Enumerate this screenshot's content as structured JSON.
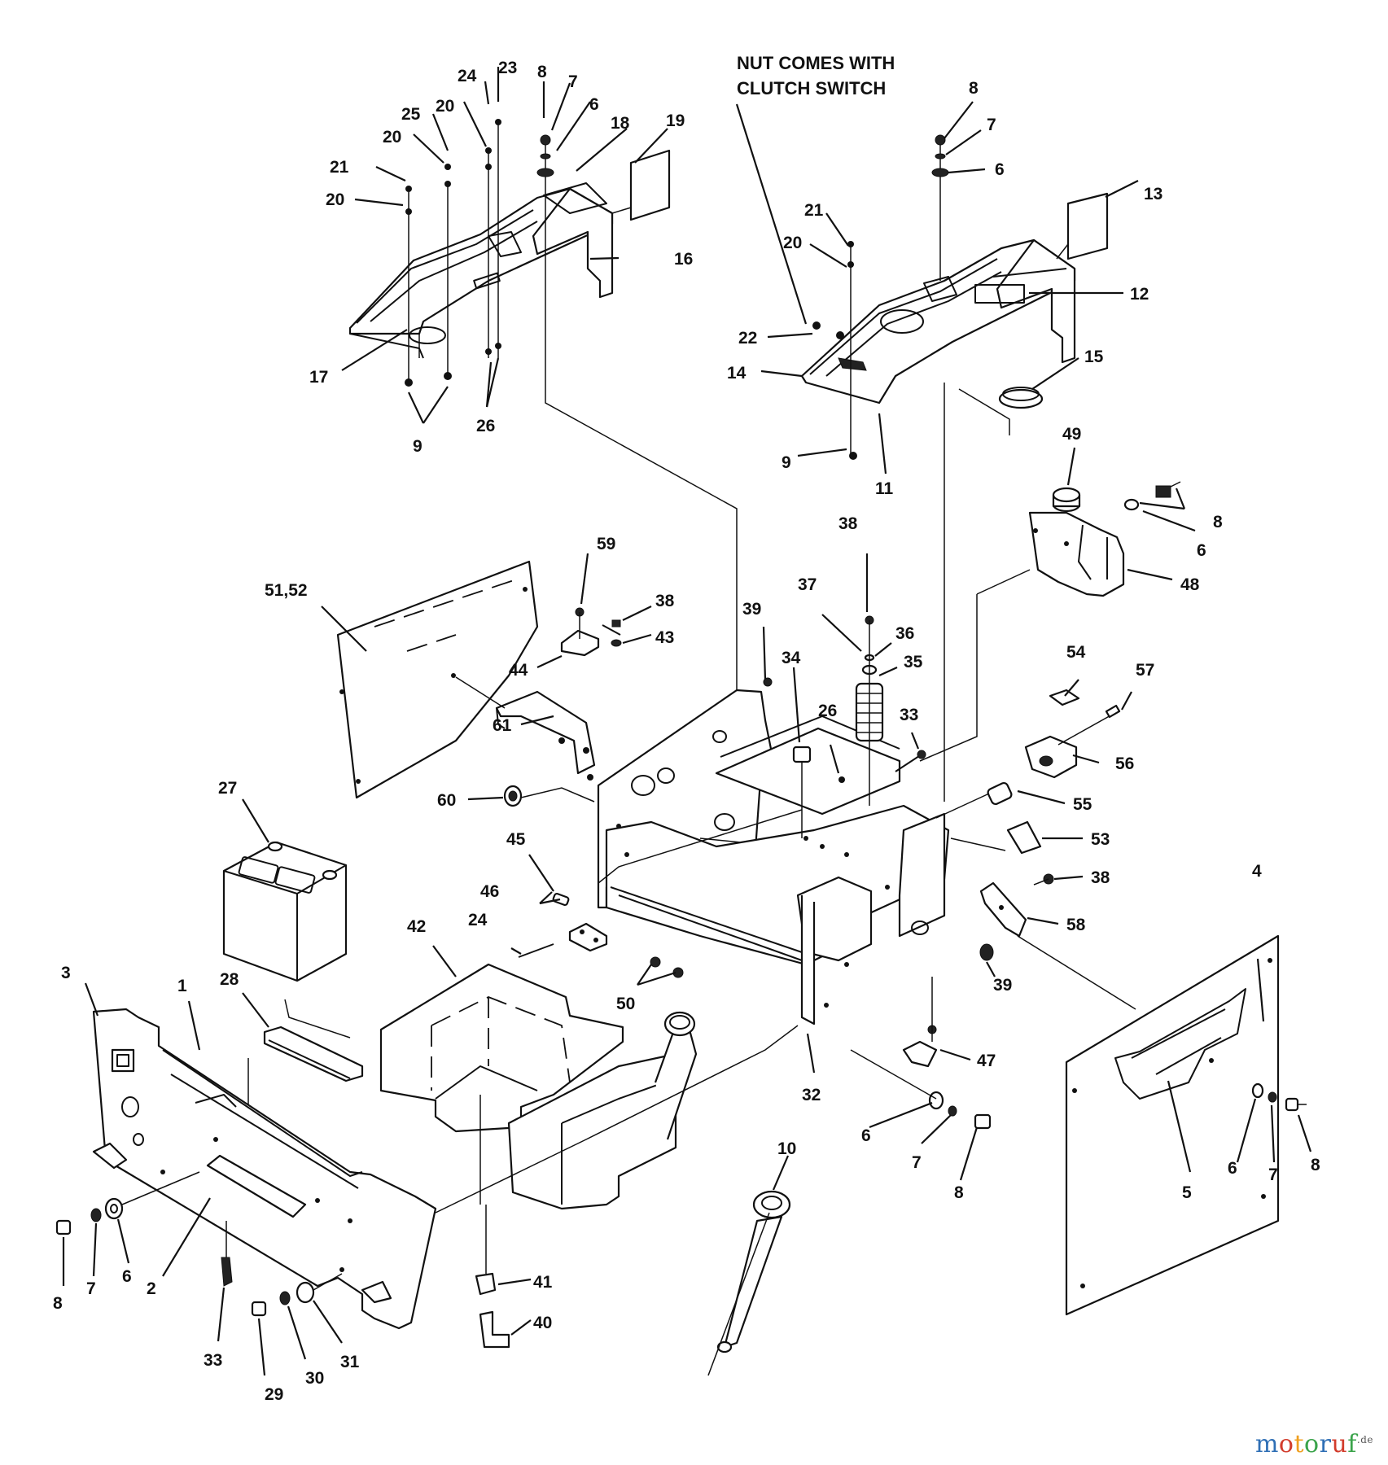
{
  "diagram": {
    "note": [
      "NUT COMES WITH",
      "CLUTCH SWITCH"
    ],
    "callouts": [
      {
        "id": "c1",
        "text": "1"
      },
      {
        "id": "c2",
        "text": "2"
      },
      {
        "id": "c3",
        "text": "3"
      },
      {
        "id": "c4",
        "text": "4"
      },
      {
        "id": "c5",
        "text": "5"
      },
      {
        "id": "c6a",
        "text": "6"
      },
      {
        "id": "c6b",
        "text": "6"
      },
      {
        "id": "c6c",
        "text": "6"
      },
      {
        "id": "c6d",
        "text": "6"
      },
      {
        "id": "c6e",
        "text": "6"
      },
      {
        "id": "c7a",
        "text": "7"
      },
      {
        "id": "c7b",
        "text": "7"
      },
      {
        "id": "c7c",
        "text": "7"
      },
      {
        "id": "c7d",
        "text": "7"
      },
      {
        "id": "c8a",
        "text": "8"
      },
      {
        "id": "c8b",
        "text": "8"
      },
      {
        "id": "c8c",
        "text": "8"
      },
      {
        "id": "c8d",
        "text": "8"
      },
      {
        "id": "c8e",
        "text": "8"
      },
      {
        "id": "c9a",
        "text": "9"
      },
      {
        "id": "c9b",
        "text": "9"
      },
      {
        "id": "c10",
        "text": "10"
      },
      {
        "id": "c11",
        "text": "11"
      },
      {
        "id": "c12",
        "text": "12"
      },
      {
        "id": "c13",
        "text": "13"
      },
      {
        "id": "c14",
        "text": "14"
      },
      {
        "id": "c15",
        "text": "15"
      },
      {
        "id": "c16",
        "text": "16"
      },
      {
        "id": "c17",
        "text": "17"
      },
      {
        "id": "c18",
        "text": "18"
      },
      {
        "id": "c19",
        "text": "19"
      },
      {
        "id": "c20a",
        "text": "20"
      },
      {
        "id": "c20b",
        "text": "20"
      },
      {
        "id": "c20c",
        "text": "20"
      },
      {
        "id": "c20d",
        "text": "20"
      },
      {
        "id": "c21a",
        "text": "21"
      },
      {
        "id": "c21b",
        "text": "21"
      },
      {
        "id": "c22",
        "text": "22"
      },
      {
        "id": "c23",
        "text": "23"
      },
      {
        "id": "c24a",
        "text": "24"
      },
      {
        "id": "c24b",
        "text": "24"
      },
      {
        "id": "c25",
        "text": "25"
      },
      {
        "id": "c26a",
        "text": "26"
      },
      {
        "id": "c26b",
        "text": "26"
      },
      {
        "id": "c27",
        "text": "27"
      },
      {
        "id": "c28",
        "text": "28"
      },
      {
        "id": "c29",
        "text": "29"
      },
      {
        "id": "c30",
        "text": "30"
      },
      {
        "id": "c31",
        "text": "31"
      },
      {
        "id": "c32",
        "text": "32"
      },
      {
        "id": "c33a",
        "text": "33"
      },
      {
        "id": "c33b",
        "text": "33"
      },
      {
        "id": "c34",
        "text": "34"
      },
      {
        "id": "c35",
        "text": "35"
      },
      {
        "id": "c36",
        "text": "36"
      },
      {
        "id": "c37",
        "text": "37"
      },
      {
        "id": "c38a",
        "text": "38"
      },
      {
        "id": "c38b",
        "text": "38"
      },
      {
        "id": "c38c",
        "text": "38"
      },
      {
        "id": "c39a",
        "text": "39"
      },
      {
        "id": "c39b",
        "text": "39"
      },
      {
        "id": "c40",
        "text": "40"
      },
      {
        "id": "c41",
        "text": "41"
      },
      {
        "id": "c42",
        "text": "42"
      },
      {
        "id": "c43",
        "text": "43"
      },
      {
        "id": "c44",
        "text": "44"
      },
      {
        "id": "c45",
        "text": "45"
      },
      {
        "id": "c46",
        "text": "46"
      },
      {
        "id": "c47",
        "text": "47"
      },
      {
        "id": "c48",
        "text": "48"
      },
      {
        "id": "c49",
        "text": "49"
      },
      {
        "id": "c50",
        "text": "50"
      },
      {
        "id": "c5152",
        "text": "51,52"
      },
      {
        "id": "c53",
        "text": "53"
      },
      {
        "id": "c54",
        "text": "54"
      },
      {
        "id": "c55",
        "text": "55"
      },
      {
        "id": "c56",
        "text": "56"
      },
      {
        "id": "c57",
        "text": "57"
      },
      {
        "id": "c58",
        "text": "58"
      },
      {
        "id": "c59",
        "text": "59"
      },
      {
        "id": "c60",
        "text": "60"
      },
      {
        "id": "c61",
        "text": "61"
      }
    ]
  },
  "watermark": {
    "parts": [
      "m",
      "o",
      "t",
      "o",
      "r",
      "u",
      "f"
    ],
    "suffix": ".de"
  }
}
